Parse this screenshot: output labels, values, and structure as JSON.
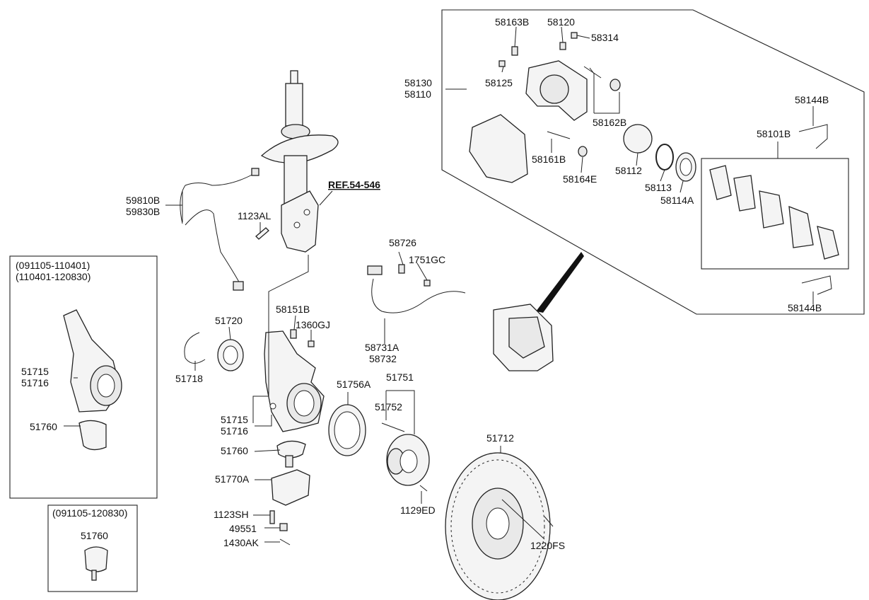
{
  "labels": {
    "l58163B": "58163B",
    "l58120": "58120",
    "l58314": "58314",
    "l58130": "58130",
    "l58110": "58110",
    "l58125": "58125",
    "l58162B": "58162B",
    "l58161B": "58161B",
    "l58164E": "58164E",
    "l58112": "58112",
    "l58113": "58113",
    "l58114A": "58114A",
    "l58144B_top": "58144B",
    "l58101B": "58101B",
    "l58144B_bot": "58144B",
    "l59810B": "59810B",
    "l59830B": "59830B",
    "l1123AL": "1123AL",
    "ref": "REF.54-546",
    "l58726": "58726",
    "l1751GC": "1751GC",
    "l58731A": "58731A",
    "l58732": "58732",
    "l58151B": "58151B",
    "l1360GJ": "1360GJ",
    "l51720": "51720",
    "l51718": "51718",
    "l51715": "51715",
    "l51716": "51716",
    "l51756A": "51756A",
    "l51751": "51751",
    "l51752": "51752",
    "l51760": "51760",
    "l51770A": "51770A",
    "l1123SH": "1123SH",
    "l49551": "49551",
    "l1430AK": "1430AK",
    "l1129ED": "1129ED",
    "l51712": "51712",
    "l1220FS": "1220FS",
    "inset1_range1": "(091105-110401)",
    "inset1_range2": "(110401-120830)",
    "inset1_51715": "51715",
    "inset1_51716": "51716",
    "inset1_51760": "51760",
    "inset2_range": "(091105-120830)",
    "inset2_51760": "51760"
  }
}
